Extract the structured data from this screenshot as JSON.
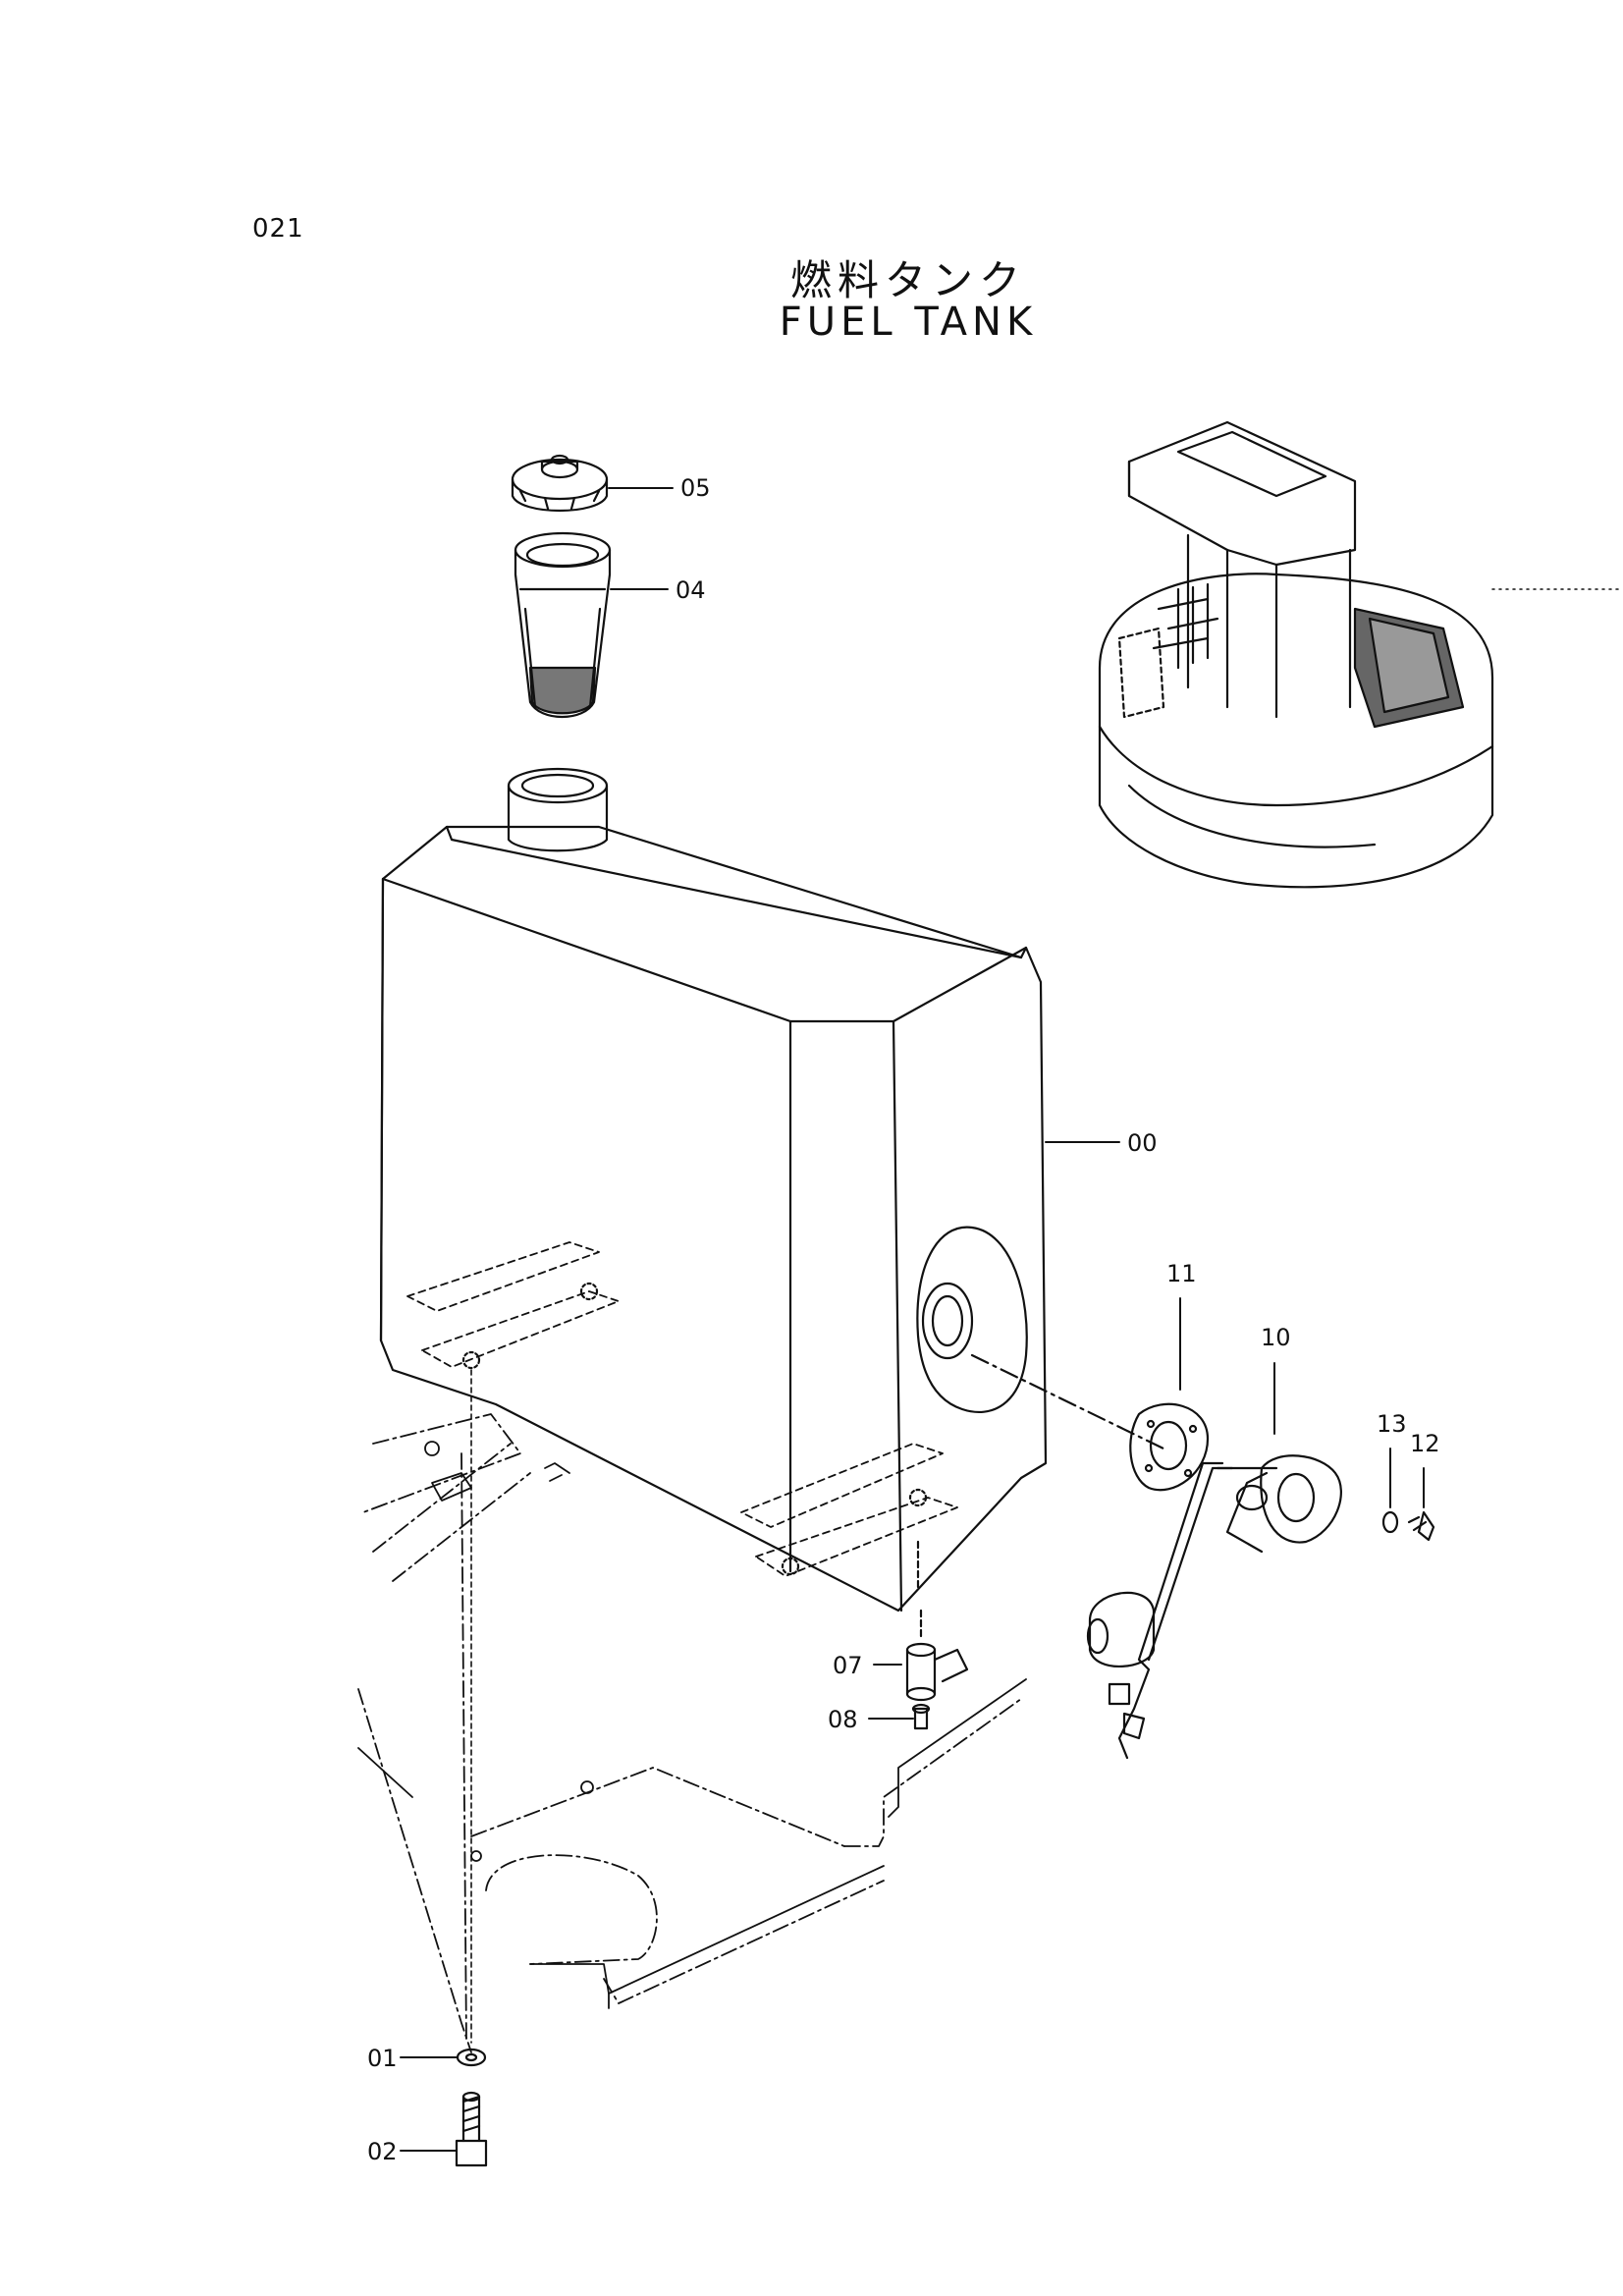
{
  "page_number": "021",
  "title_ja": "燃料タンク",
  "title_en": "FUEL TANK",
  "callouts": [
    {
      "id": "05",
      "label": "05"
    },
    {
      "id": "04",
      "label": "04"
    },
    {
      "id": "00",
      "label": "00"
    },
    {
      "id": "11",
      "label": "11"
    },
    {
      "id": "10",
      "label": "10"
    },
    {
      "id": "13",
      "label": "13"
    },
    {
      "id": "12",
      "label": "12"
    },
    {
      "id": "07",
      "label": "07"
    },
    {
      "id": "08",
      "label": "08"
    },
    {
      "id": "01",
      "label": "01"
    },
    {
      "id": "02",
      "label": "02"
    }
  ]
}
